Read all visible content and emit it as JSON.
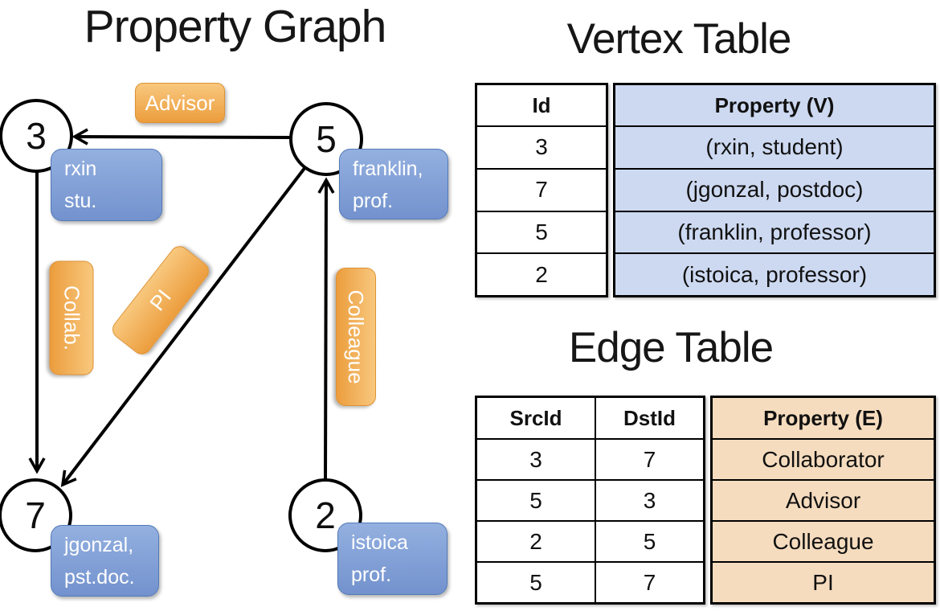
{
  "titles": {
    "graph": "Property Graph",
    "vertex_table": "Vertex Table",
    "edge_table": "Edge Table"
  },
  "graph": {
    "vertices": [
      {
        "id": "3",
        "label_line1": "rxin",
        "label_line2": "stu."
      },
      {
        "id": "5",
        "label_line1": "franklin,",
        "label_line2": "prof."
      },
      {
        "id": "7",
        "label_line1": "jgonzal,",
        "label_line2": "pst.doc."
      },
      {
        "id": "2",
        "label_line1": "istoica",
        "label_line2": "prof."
      }
    ],
    "edge_labels": [
      {
        "label": "Advisor",
        "src": "5",
        "dst": "3"
      },
      {
        "label": "Collab.",
        "src": "3",
        "dst": "7"
      },
      {
        "label": "PI",
        "src": "5",
        "dst": "7"
      },
      {
        "label": "Colleague",
        "src": "2",
        "dst": "5"
      }
    ]
  },
  "vertex_table": {
    "headers": [
      "Id",
      "Property (V)"
    ],
    "rows": [
      [
        "3",
        "(rxin, student)"
      ],
      [
        "7",
        "(jgonzal, postdoc)"
      ],
      [
        "5",
        "(franklin, professor)"
      ],
      [
        "2",
        "(istoica, professor)"
      ]
    ]
  },
  "edge_table": {
    "headers": [
      "SrcId",
      "DstId",
      "Property (E)"
    ],
    "rows": [
      [
        "3",
        "7",
        "Collaborator"
      ],
      [
        "5",
        "3",
        "Advisor"
      ],
      [
        "2",
        "5",
        "Colleague"
      ],
      [
        "5",
        "7",
        "PI"
      ]
    ]
  },
  "colors": {
    "edge_label_orange_top": "#F8C87E",
    "edge_label_orange_bottom": "#EC9D3D",
    "vertex_label_blue_top": "#94B0E0",
    "vertex_label_blue_bottom": "#7392CE",
    "vertex_table_fill": "#CDD9F0",
    "edge_table_fill": "#F6DCBE",
    "stroke": "#000000"
  }
}
